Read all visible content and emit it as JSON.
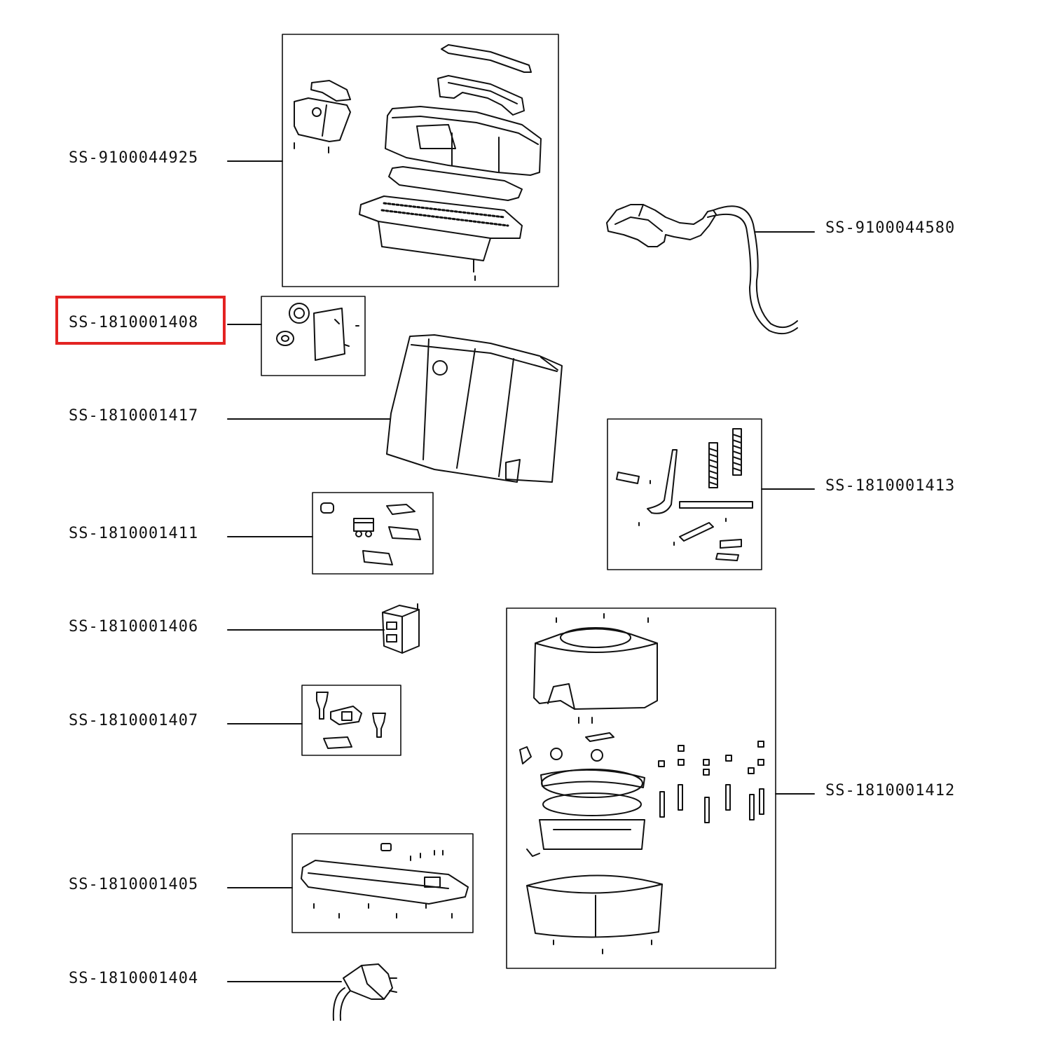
{
  "highlight_color": "#e32322",
  "selected_part": "SS-1810001408",
  "parts": [
    {
      "code": "SS-9100044925",
      "icon": "top-cover-assembly-icon"
    },
    {
      "code": "SS-9100044580",
      "icon": "steam-handle-hose-icon"
    },
    {
      "code": "SS-1810001408",
      "icon": "water-tank-cap-set-icon"
    },
    {
      "code": "SS-1810001417",
      "icon": "water-tank-icon"
    },
    {
      "code": "SS-1810001413",
      "icon": "hoses-springs-set-icon"
    },
    {
      "code": "SS-1810001411",
      "icon": "buttons-set-icon"
    },
    {
      "code": "SS-1810001406",
      "icon": "switch-icon"
    },
    {
      "code": "SS-1810001407",
      "icon": "valves-set-icon"
    },
    {
      "code": "SS-1810001412",
      "icon": "boiler-assembly-icon"
    },
    {
      "code": "SS-1810001405",
      "icon": "electronic-board-icon"
    },
    {
      "code": "SS-1810001404",
      "icon": "power-cord-icon"
    }
  ]
}
